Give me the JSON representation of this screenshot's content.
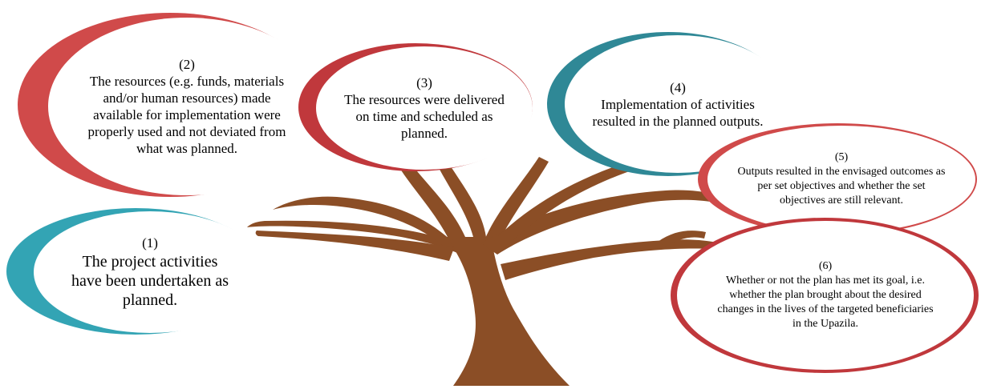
{
  "bubbles": [
    {
      "number": "(1)",
      "text": "The project activities have been undertaken as planned.",
      "color": "#33a4b4"
    },
    {
      "number": "(2)",
      "text": "The resources (e.g. funds, materials and/or human resources) made available for implementation were properly used and not deviated from what was planned.",
      "color": "#d04a4a"
    },
    {
      "number": "(3)",
      "text": "The resources were delivered on time and scheduled as planned.",
      "color": "#c0383c"
    },
    {
      "number": "(4)",
      "text": "Implementation of activities resulted in the planned outputs.",
      "color": "#2f8896"
    },
    {
      "number": "(5)",
      "text": "Outputs resulted in the envisaged outcomes as per set objectives and whether the set objectives are still relevant.",
      "color": "#d04a4a"
    },
    {
      "number": "(6)",
      "text": "Whether or not the plan has met its goal, i.e. whether the plan brought about the desired changes in the lives of the targeted beneficiaries in the Upazila.",
      "color": "#c0383c"
    }
  ],
  "tree_color": "#8b4e26"
}
